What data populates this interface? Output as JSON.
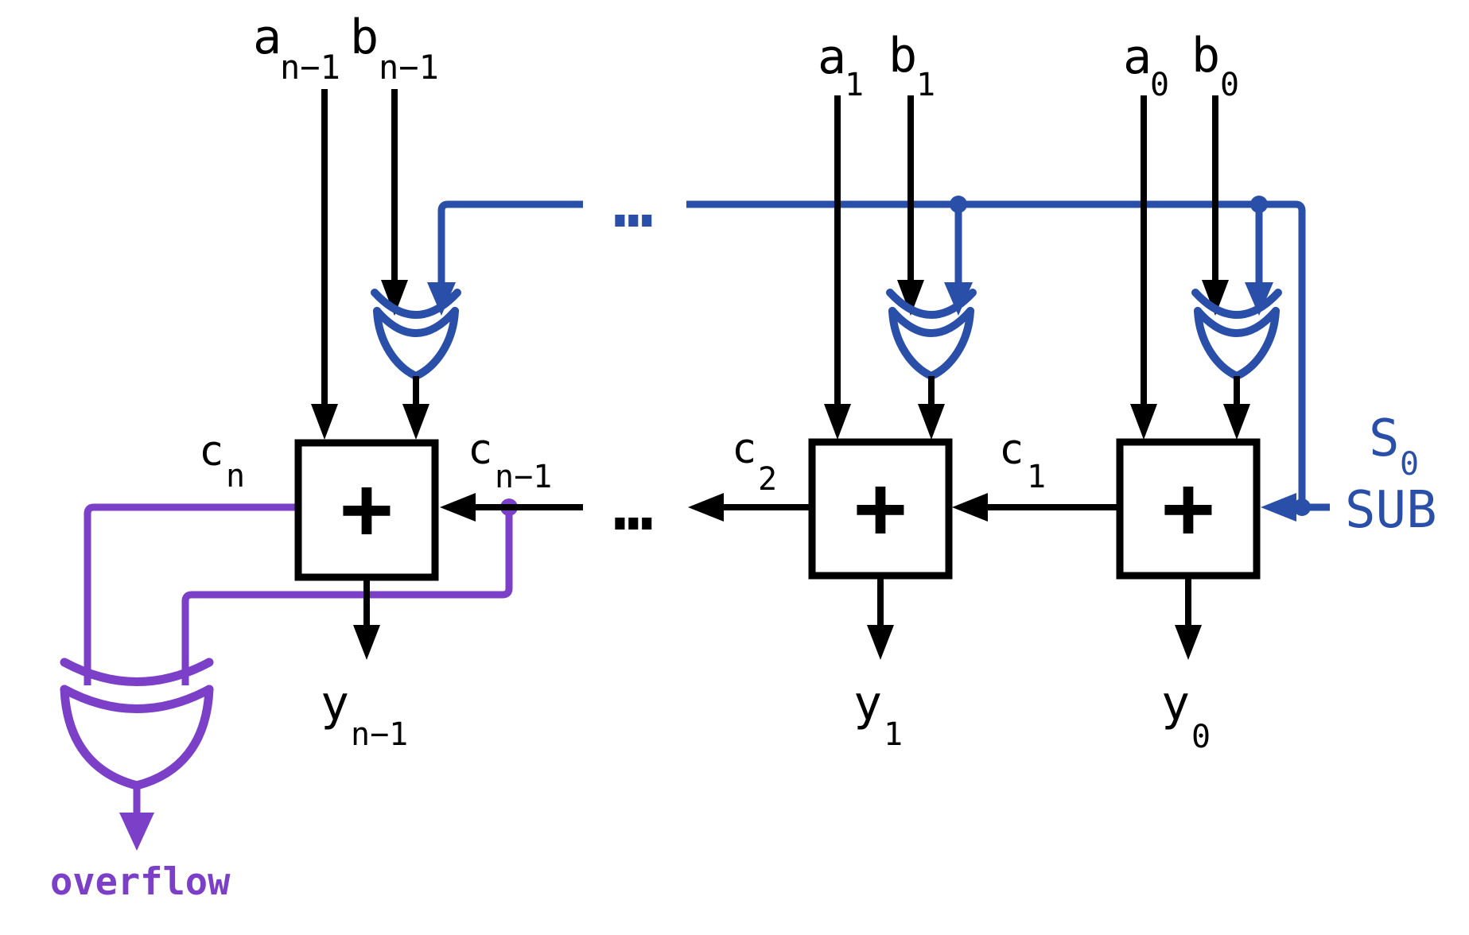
{
  "diagram_kind": "ripple-carry adder/subtractor logic diagram",
  "colors": {
    "wire_default": "#000000",
    "subtract_control": "#2a4fa8",
    "overflow_logic": "#7c3fc8",
    "background": "#ffffff"
  },
  "labels": {
    "a_msb": {
      "base": "a",
      "sub": "n−1"
    },
    "b_msb": {
      "base": "b",
      "sub": "n−1"
    },
    "a_1": {
      "base": "a",
      "sub": "1"
    },
    "b_1": {
      "base": "b",
      "sub": "1"
    },
    "a_0": {
      "base": "a",
      "sub": "0"
    },
    "b_0": {
      "base": "b",
      "sub": "0"
    },
    "c_n": {
      "base": "c",
      "sub": "n"
    },
    "c_n_minus_1": {
      "base": "c",
      "sub": "n−1"
    },
    "c_2": {
      "base": "c",
      "sub": "2"
    },
    "c_1": {
      "base": "c",
      "sub": "1"
    },
    "y_msb": {
      "base": "y",
      "sub": "n−1"
    },
    "y_1": {
      "base": "y",
      "sub": "1"
    },
    "y_0": {
      "base": "y",
      "sub": "0"
    },
    "s_0": {
      "base": "S",
      "sub": "0"
    },
    "sub_control": "SUB",
    "overflow": "overflow",
    "adder_symbol": "+",
    "ellipsis": "…"
  }
}
